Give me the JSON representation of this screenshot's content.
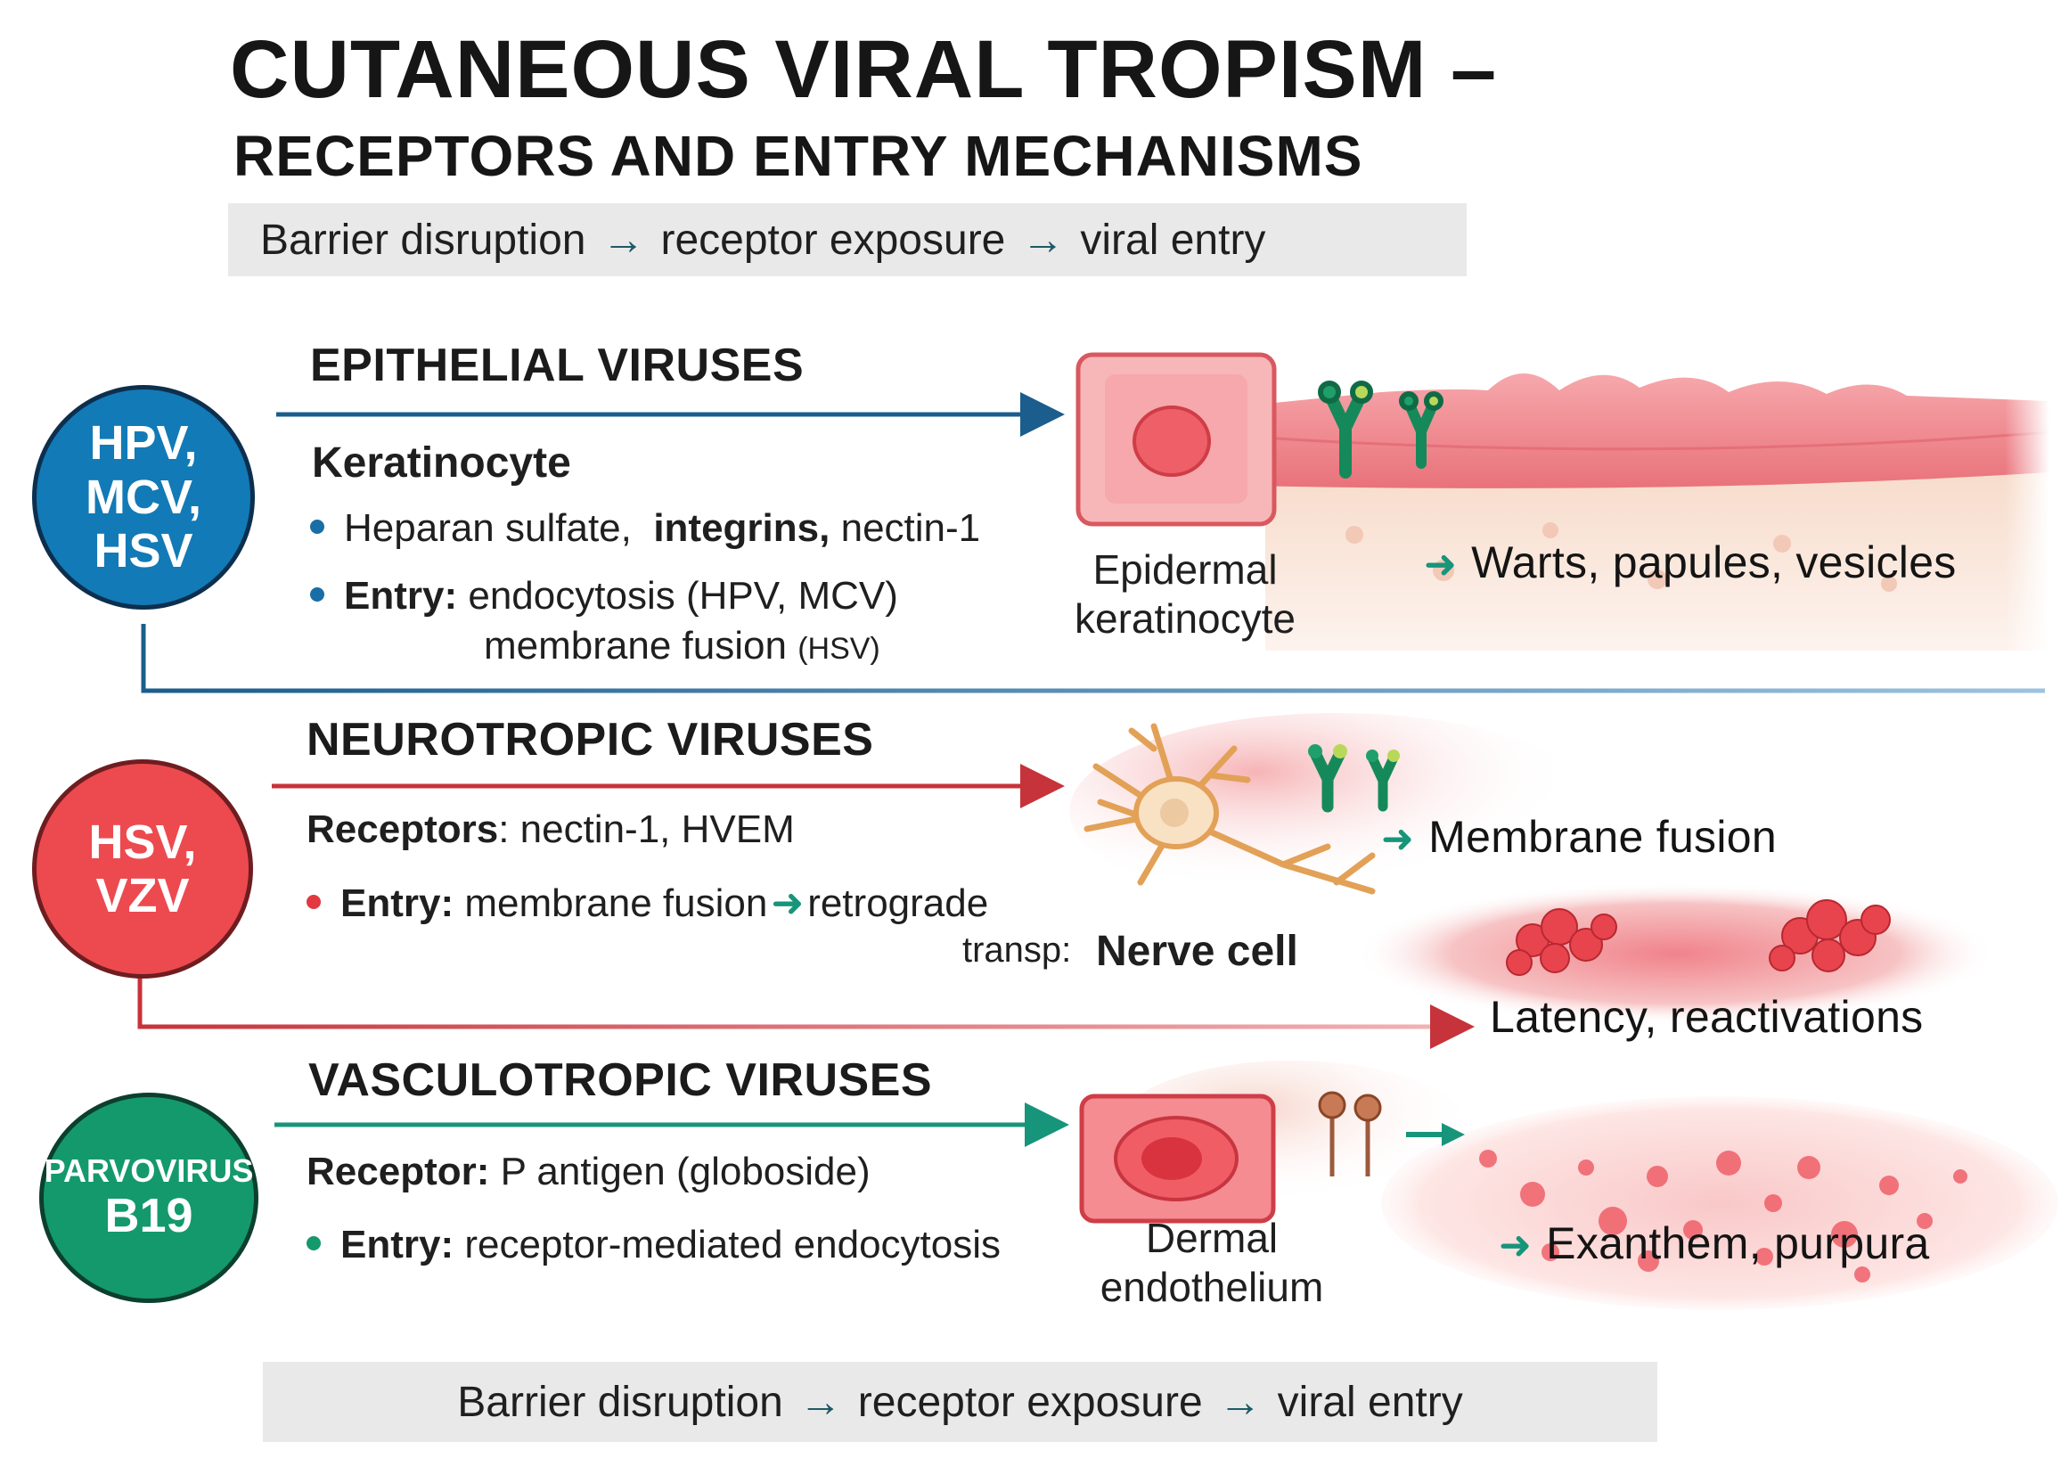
{
  "title_line1": "CUTANEOUS VIRAL TROPISM –",
  "title_line2": "RECEPTORS AND ENTRY MECHANISMS",
  "flow_top": {
    "step1": "Barrier disruption",
    "step2": "receptor exposure",
    "step3": "viral entry",
    "arrow": "→"
  },
  "flow_bottom": {
    "step1": "Barrier disruption",
    "step2": "receptor exposure",
    "step3": "viral entry",
    "arrow": "→"
  },
  "colors": {
    "epithelial": "#127ab6",
    "neurotropic": "#ec4a4f",
    "vasculotropic": "#14996d",
    "outcome_arrow": "#17957a"
  },
  "epithelial": {
    "virus_line1": "HPV,",
    "virus_line2": "MCV,",
    "virus_line3": "HSV",
    "title": "EPITHELIAL VIRUSES",
    "cell_type": "Keratinocyte",
    "receptors_a": "Heparan sulfate,",
    "receptors_b": "integrins,",
    "receptors_c": "nectin-1",
    "entry_label": "Entry:",
    "entry_text": "endocytosis (HPV, MCV)",
    "entry_text2": "membrane fusion",
    "entry_text2_small": "(HSV)",
    "image_label_line1": "Epidermal",
    "image_label_line2": "keratinocyte",
    "outcome": "Warts, papules, vesicles"
  },
  "neurotropic": {
    "virus_line1": "HSV,",
    "virus_line2": "VZV",
    "title": "NEUROTROPIC VIRUSES",
    "receptors_label": "Receptors",
    "receptors_text": ": nectin-1, HVEM",
    "entry_label": "Entry:",
    "entry_text": "membrane fusion",
    "entry_text_b": "retrograde",
    "entry_text2": "transp:",
    "image_label": "Nerve cell",
    "outcome1": "Membrane fusion",
    "outcome2": "Latency, reactivations"
  },
  "vasculotropic": {
    "virus_line1": "PARVOVIRUS",
    "virus_line2": "B19",
    "title": "VASCULOTROPIC VIRUSES",
    "receptor_label": "Receptor:",
    "receptor_text": "P antigen (globoside)",
    "entry_label": "Entry:",
    "entry_text": "receptor-mediated endocytosis",
    "image_label_line1": "Dermal",
    "image_label_line2": "endothelium",
    "outcome": "Exanthem, purpura"
  }
}
